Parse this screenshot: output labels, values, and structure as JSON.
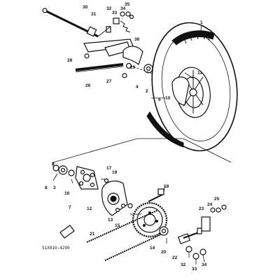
{
  "diagram": {
    "part_code": "51X010-4290",
    "labels": [
      {
        "id": "l30",
        "text": "30"
      },
      {
        "id": "l31",
        "text": "31"
      },
      {
        "id": "l32",
        "text": "32"
      },
      {
        "id": "l33",
        "text": "33"
      },
      {
        "id": "l34",
        "text": "34"
      },
      {
        "id": "l35",
        "text": "35"
      },
      {
        "id": "l1",
        "text": "1"
      },
      {
        "id": "l36",
        "text": "36"
      },
      {
        "id": "l29",
        "text": "29"
      },
      {
        "id": "l28",
        "text": "28"
      },
      {
        "id": "l26",
        "text": "26"
      },
      {
        "id": "l27",
        "text": "27"
      },
      {
        "id": "l4",
        "text": "4"
      },
      {
        "id": "l2",
        "text": "2"
      },
      {
        "id": "l6",
        "text": "6"
      },
      {
        "id": "l10",
        "text": "10"
      },
      {
        "id": "l11",
        "text": "11"
      },
      {
        "id": "l9",
        "text": "9"
      },
      {
        "id": "l8",
        "text": "8"
      },
      {
        "id": "l3",
        "text": "3"
      },
      {
        "id": "l16",
        "text": "16"
      },
      {
        "id": "l7",
        "text": "7"
      },
      {
        "id": "l17",
        "text": "17"
      },
      {
        "id": "l19",
        "text": "19"
      },
      {
        "id": "l12",
        "text": "12"
      },
      {
        "id": "l13",
        "text": "13"
      },
      {
        "id": "l15",
        "text": "15"
      },
      {
        "id": "l18",
        "text": "18"
      },
      {
        "id": "l21",
        "text": "21"
      },
      {
        "id": "l14",
        "text": "14"
      },
      {
        "id": "l20",
        "text": "20"
      },
      {
        "id": "l22",
        "text": "22"
      },
      {
        "id": "l23",
        "text": "23"
      },
      {
        "id": "l24",
        "text": "24"
      },
      {
        "id": "l25",
        "text": "25"
      },
      {
        "id": "l32b",
        "text": "32"
      },
      {
        "id": "l33b",
        "text": "33"
      },
      {
        "id": "l34b",
        "text": "34"
      }
    ]
  }
}
